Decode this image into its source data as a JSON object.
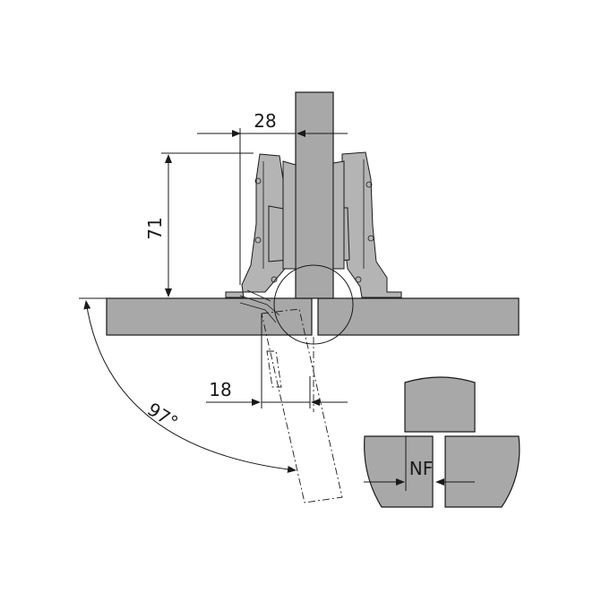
{
  "diagram": {
    "dimensions": {
      "door_offset": "28",
      "hinge_height": "71",
      "door_thickness": "18",
      "opening_angle": "97°",
      "clearance": "NF"
    },
    "colors": {
      "panel_fill": "#a8a8a8",
      "line": "#1a1a1a",
      "background": "#ffffff"
    }
  }
}
